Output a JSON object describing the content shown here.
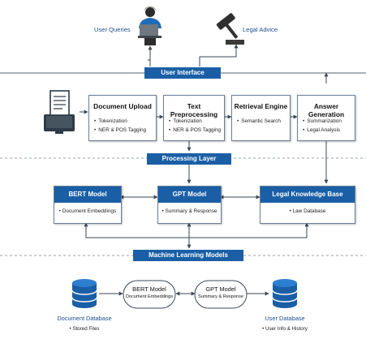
{
  "top": {
    "user_queries": "User Queries",
    "legal_advice": "Legal Advice"
  },
  "bars": {
    "user_interface": "User Interface",
    "processing_layer": "Processing Layer",
    "ml_models": "Machine Learning Models"
  },
  "pipeline": [
    {
      "title": "Document Upload",
      "items": [
        "Tokenization",
        "NER & POS Tagging"
      ]
    },
    {
      "title": "Text Preprocessing",
      "items": [
        "Tokenization",
        "NER & POS Tagging"
      ]
    },
    {
      "title": "Retrieval Engine",
      "items": [
        "Semantic Search"
      ]
    },
    {
      "title": "Answer Generation",
      "items": [
        "Summarization",
        "Legal Analysis"
      ]
    }
  ],
  "models": [
    {
      "title": "BERT Model",
      "item": "Document Embeddings"
    },
    {
      "title": "GPT Model",
      "item": "Summary & Response"
    },
    {
      "title": "Legal Knowledge Base",
      "item": "Law Database"
    }
  ],
  "bottom": {
    "doc_db": {
      "title": "Document Database",
      "item": "Stored Files"
    },
    "bert": {
      "title": "BERT Model",
      "item": "Document Embeddings"
    },
    "gpt": {
      "title": "GPT Model",
      "item": "Summary & Response"
    },
    "user_db": {
      "title": "User Database",
      "item": "User Info & History"
    }
  },
  "colors": {
    "accent": "#1a5fa6",
    "line": "#3a4756",
    "dashed": "#9aa4ad"
  },
  "icons": [
    "user-laptop-icon",
    "gavel-icon",
    "document-computer-icon",
    "database-icon"
  ]
}
